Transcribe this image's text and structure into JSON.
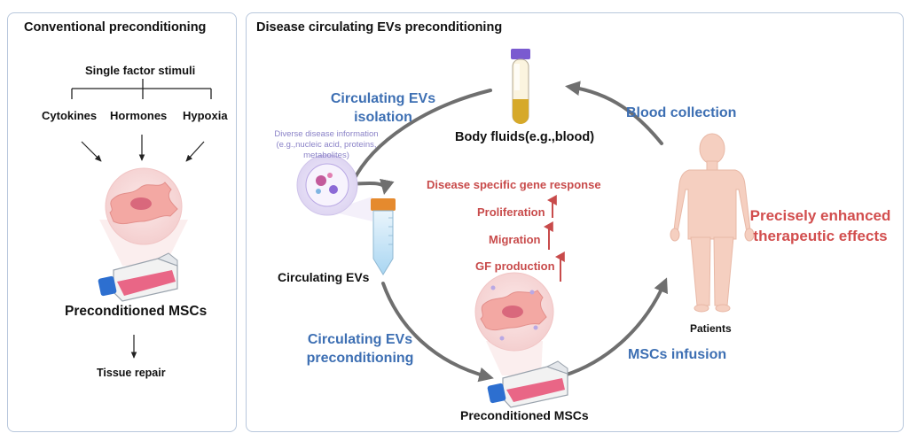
{
  "left": {
    "title": "Conventional preconditioning",
    "stimuli_title": "Single factor stimuli",
    "factors": [
      "Cytokines",
      "Hormones",
      "Hypoxia"
    ],
    "cells_label": "Preconditioned MSCs",
    "outcome": "Tissue repair"
  },
  "right": {
    "title": "Disease circulating EVs preconditioning",
    "body_fluids": "Body fluids(e.g.,blood)",
    "isolation_line1": "Circulating EVs",
    "isolation_line2": "isolation",
    "blood_collection": "Blood collection",
    "disease_info_line1": "Diverse disease information",
    "disease_info_line2": "(e.g.,nucleic acid, proteins,",
    "disease_info_line3": "metabolites)",
    "gene_response": "Disease specific gene response",
    "proliferation": "Proliferation",
    "migration": "Migration",
    "gf_production": "GF production",
    "effects_line1": "Precisely enhanced",
    "effects_line2": "therapeutic effects",
    "circulating_evs": "Circulating EVs",
    "precond_line1": "Circulating EVs",
    "precond_line2": "preconditioning",
    "patients": "Patients",
    "infusion": "MSCs infusion",
    "cells_label": "Preconditioned MSCs"
  },
  "colors": {
    "panel_border": "#b8c7dc",
    "blue_text": "#3d6fb3",
    "red_text": "#c84b4b",
    "purple_text": "#8a82c7",
    "cycle_arrow": "#6f6f6f",
    "cell_pink": "#f3b7b7",
    "flask_medium": "#e8567a",
    "flask_cap": "#2d6fd0",
    "tube_cap": "#7a5bd0",
    "blood": "#d6a92a",
    "ev_tube_cap": "#e58a2e",
    "skin": "#f5cfc0"
  }
}
